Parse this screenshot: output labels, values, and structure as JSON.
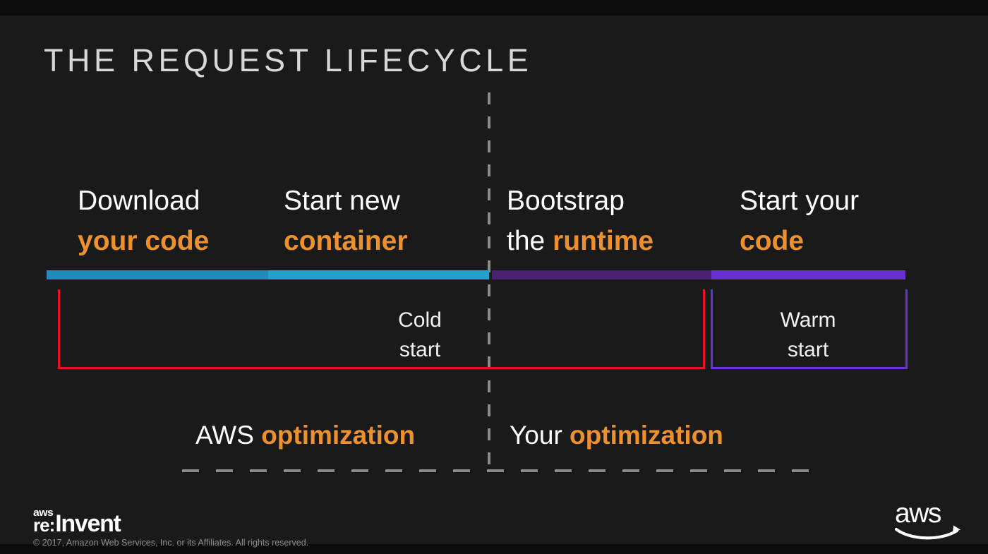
{
  "slide": {
    "title": "THE REQUEST LIFECYCLE",
    "background_color": "#1a1a1a",
    "accent_color": "#ec912d",
    "text_color": "#ffffff"
  },
  "phases": [
    {
      "line1": "Download",
      "line2_prefix": "",
      "line2_highlight": "your code",
      "bar_color": "#1f8cbb",
      "owner": "AWS"
    },
    {
      "line1": "Start new",
      "line2_prefix": "",
      "line2_highlight": "container",
      "bar_color": "#23a0cc",
      "owner": "AWS"
    },
    {
      "line1": "Bootstrap",
      "line2_prefix": "the ",
      "line2_highlight": "runtime",
      "bar_color": "#4a2273",
      "owner": "You"
    },
    {
      "line1": "Start your",
      "line2_prefix": "",
      "line2_highlight": "code",
      "bar_color": "#6a2fd0",
      "owner": "You"
    }
  ],
  "brackets": [
    {
      "label_line1": "Cold",
      "label_line2": "start",
      "color": "#e81123",
      "spans_phases": "Download your code through Bootstrap the runtime"
    },
    {
      "label_line1": "Warm",
      "label_line2": "start",
      "color": "#6b2fd6",
      "spans_phases": "Start your code"
    }
  ],
  "optimization": {
    "left": {
      "prefix": "AWS ",
      "highlight": "optimization"
    },
    "right": {
      "prefix": "Your ",
      "highlight": "optimization"
    }
  },
  "footer": {
    "reinvent_aws": "aws",
    "reinvent_re": "re:",
    "reinvent_invent": "Invent",
    "copyright": "© 2017, Amazon Web Services, Inc. or its Affiliates. All rights reserved.",
    "aws_wordmark": "aws"
  }
}
